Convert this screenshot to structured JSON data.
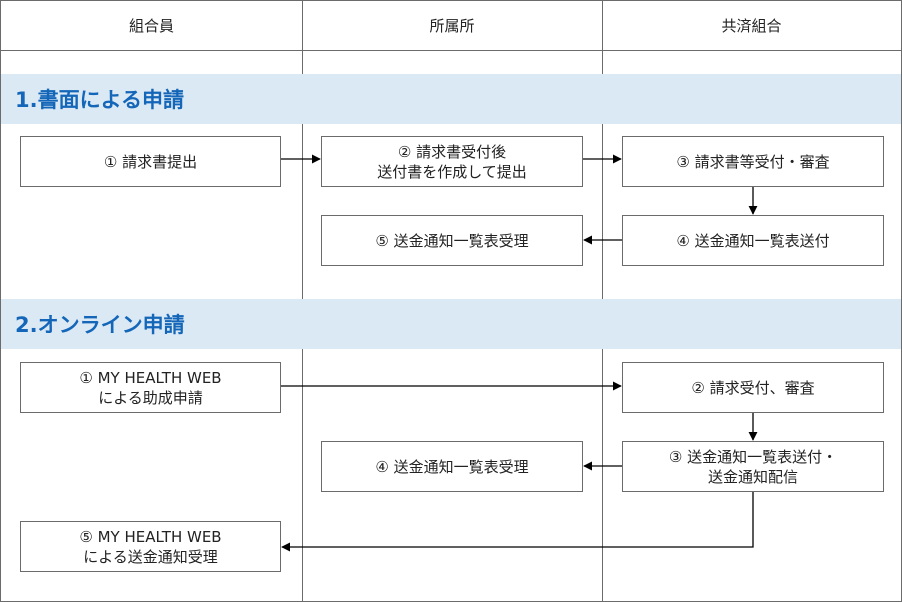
{
  "columns": {
    "member": "組合員",
    "office": "所属所",
    "union": "共済組合"
  },
  "sections": {
    "paper": {
      "title": "1.書面による申請",
      "steps": {
        "s1": "① 請求書提出",
        "s2": "② 請求書受付後\n送付書を作成して提出",
        "s3": "③ 請求書等受付・審査",
        "s4": "④ 送金通知一覧表送付",
        "s5": "⑤ 送金通知一覧表受理"
      }
    },
    "online": {
      "title": "2.オンライン申請",
      "steps": {
        "s1": "① MY HEALTH WEB\nによる助成申請",
        "s2": "② 請求受付、審査",
        "s3": "③ 送金通知一覧表送付・\n送金通知配信",
        "s4": "④ 送金通知一覧表受理",
        "s5": "⑤ MY HEALTH WEB\nによる送金通知受理"
      }
    }
  },
  "colors": {
    "section_bg": "#dbe9f5",
    "section_text": "#1466b8",
    "line": "#6b6b6b",
    "arrow": "#000000"
  }
}
